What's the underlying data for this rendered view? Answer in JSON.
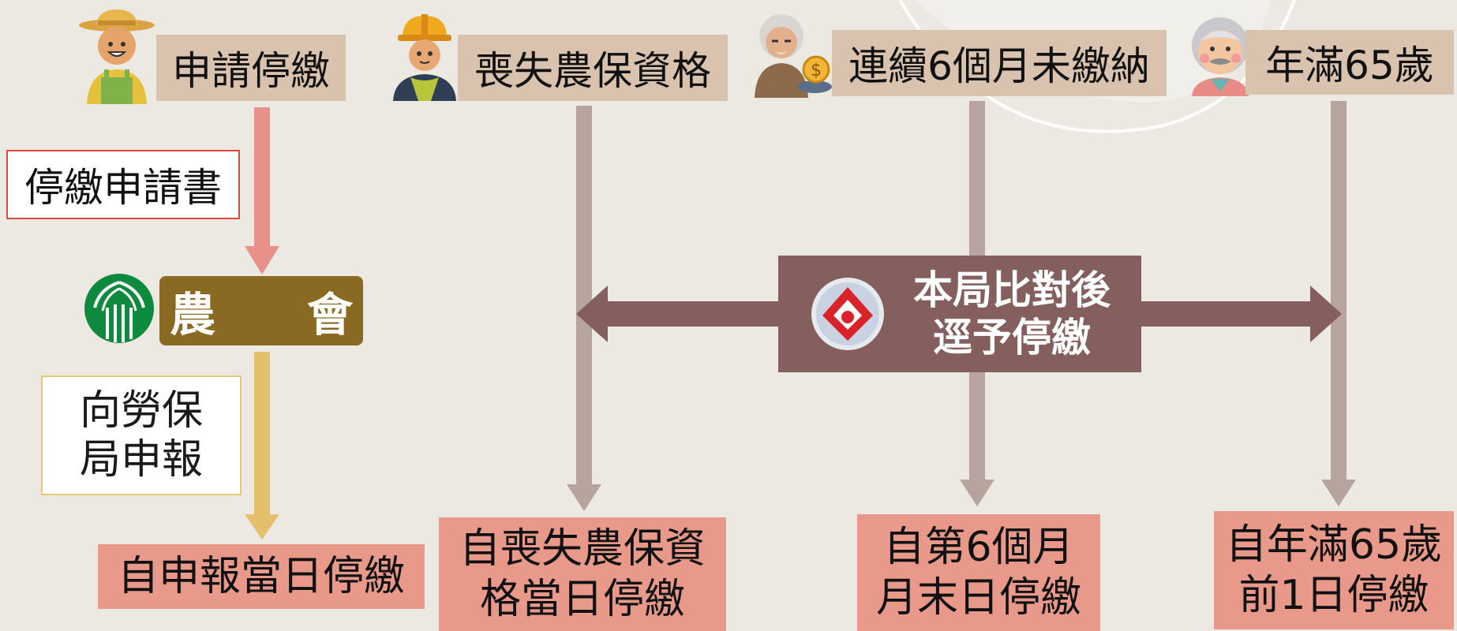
{
  "colors": {
    "background": "#ECE9E2",
    "tan_label": "#D9C3AE",
    "result_salmon": "#E8998A",
    "red_arrow": "#E8918A",
    "gold_arrow": "#E4C06C",
    "gray_arrow": "#B7A49E",
    "center_box": "#855E5E",
    "farm_box": "#8A6A23",
    "farm_logo": "#0E8A3E"
  },
  "triggers": [
    {
      "label": "申請停繳",
      "icon": "farmer-icon"
    },
    {
      "label": "喪失農保資格",
      "icon": "worker-icon"
    },
    {
      "label": "連續6個月未繳納",
      "icon": "elderly-money-icon"
    },
    {
      "label": "年滿65歲",
      "icon": "grandpa-icon"
    }
  ],
  "left_flow": {
    "form_label": "停繳申請書",
    "farm_association": "農　　會",
    "report_line1": "向勞保",
    "report_line2": "局申報"
  },
  "center": {
    "line1": "本局比對後",
    "line2": "逕予停繳",
    "logo": "bureau-logo-icon"
  },
  "results": [
    {
      "line1": "自申報當日停繳",
      "line2": ""
    },
    {
      "line1": "自喪失農保資",
      "line2": "格當日停繳"
    },
    {
      "line1": "自第6個月",
      "line2": "月末日停繳"
    },
    {
      "line1": "自年滿65歲",
      "line2": "前1日停繳"
    }
  ]
}
